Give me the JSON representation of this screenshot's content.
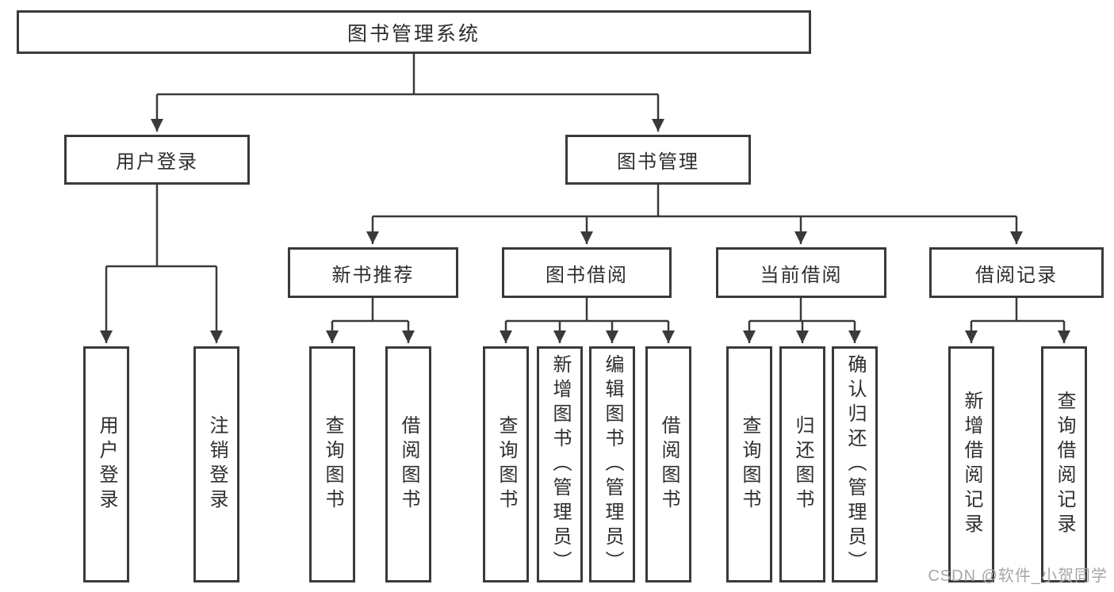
{
  "tree": {
    "root": {
      "label": "图书管理系统"
    },
    "children": [
      {
        "label": "用户登录",
        "children": [
          {
            "label": "用户登录"
          },
          {
            "label": "注销登录"
          }
        ]
      },
      {
        "label": "图书管理",
        "children": [
          {
            "label": "新书推荐",
            "children": [
              {
                "label": "查询图书"
              },
              {
                "label": "借阅图书"
              }
            ]
          },
          {
            "label": "图书借阅",
            "children": [
              {
                "label": "查询图书"
              },
              {
                "label": "新增图书（管理员）"
              },
              {
                "label": "编辑图书（管理员）"
              },
              {
                "label": "借阅图书"
              }
            ]
          },
          {
            "label": "当前借阅",
            "children": [
              {
                "label": "查询图书"
              },
              {
                "label": "归还图书"
              },
              {
                "label": "确认归还（管理员）"
              }
            ]
          },
          {
            "label": "借阅记录",
            "children": [
              {
                "label": "新增借阅记录"
              },
              {
                "label": "查询借阅记录"
              }
            ]
          }
        ]
      }
    ]
  },
  "watermark": {
    "text": "CSDN @软件_小贺同学"
  },
  "colors": {
    "line": "#3a3a3a",
    "text": "#2e2e2e",
    "background": "#ffffff",
    "watermark": "#a6a6a6"
  }
}
